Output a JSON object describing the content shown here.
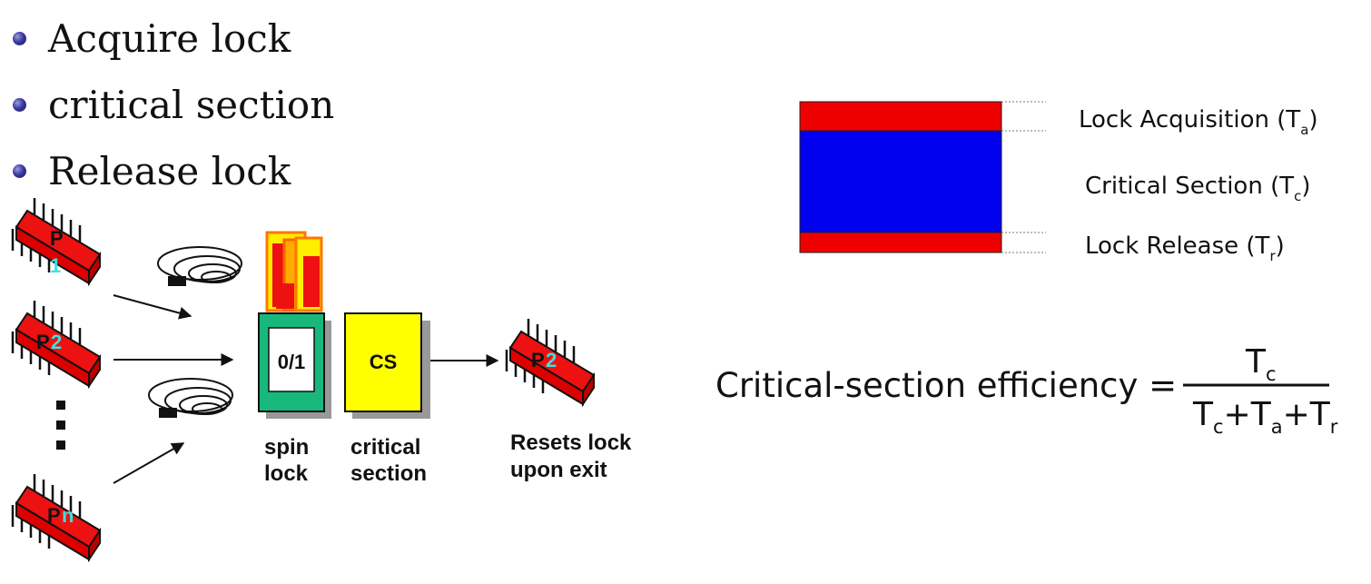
{
  "bullets": [
    "Acquire lock",
    "critical section",
    "Release lock"
  ],
  "processors": {
    "p1_top": "P",
    "p1_bottom": "1",
    "p2": "P2",
    "pn": "Pn",
    "p2_exit": "P2"
  },
  "lock_box": {
    "value": "0/1",
    "caption_line1": "spin",
    "caption_line2": "lock"
  },
  "cs_box": {
    "value": "CS",
    "caption_line1": "critical",
    "caption_line2": "section"
  },
  "exit_caption": {
    "line1": "Resets lock",
    "line2": "upon exit"
  },
  "timing": {
    "acq_label": "Lock Acquisition (T",
    "acq_sub": "a",
    "cs_label": "Critical Section (T",
    "cs_sub": "c",
    "rel_label": "Lock Release (T",
    "rel_sub": "r",
    "close_paren": ")"
  },
  "efficiency": {
    "label": "Critical-section efficiency =",
    "T": "T",
    "c": "c",
    "a": "a",
    "r": "r",
    "plus": "+"
  },
  "colors": {
    "chip_red": "#ee1111",
    "chip_cyan": "#44dddd",
    "lock_green": "#18b87c",
    "cs_yellow": "#ffff00",
    "bar_red": "#ee0000",
    "bar_blue": "#0000ee"
  }
}
